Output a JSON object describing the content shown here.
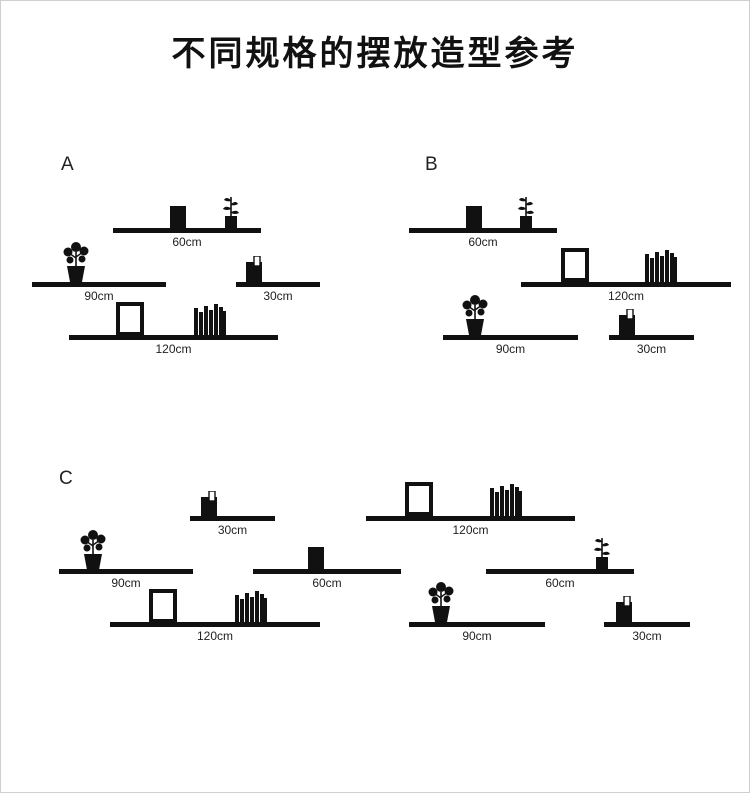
{
  "page": {
    "title": "不同规格的摆放造型参考"
  },
  "sections": [
    {
      "label": "A",
      "shelves": [
        {
          "size": "60cm",
          "items": [
            "book-block",
            "sprig-plant"
          ]
        },
        {
          "size": "90cm",
          "items": [
            "round-leaf-plant"
          ]
        },
        {
          "size": "30cm",
          "items": [
            "small-book-stack"
          ]
        },
        {
          "size": "120cm",
          "items": [
            "picture-frame",
            "book-row"
          ]
        }
      ]
    },
    {
      "label": "B",
      "shelves": [
        {
          "size": "60cm",
          "items": [
            "book-block",
            "sprig-plant"
          ]
        },
        {
          "size": "120cm",
          "items": [
            "picture-frame",
            "book-row"
          ]
        },
        {
          "size": "90cm",
          "items": [
            "round-leaf-plant"
          ]
        },
        {
          "size": "30cm",
          "items": [
            "small-book-stack"
          ]
        }
      ]
    },
    {
      "label": "C",
      "shelves": [
        {
          "size": "30cm",
          "items": [
            "small-book-stack"
          ]
        },
        {
          "size": "90cm",
          "items": [
            "round-leaf-plant"
          ]
        },
        {
          "size": "60cm",
          "items": [
            "book-block"
          ]
        },
        {
          "size": "120cm",
          "items": [
            "picture-frame",
            "book-row"
          ]
        },
        {
          "size": "120cm",
          "items": [
            "picture-frame",
            "book-row"
          ]
        },
        {
          "size": "60cm",
          "items": [
            "sprig-plant"
          ]
        },
        {
          "size": "90cm",
          "items": [
            "round-leaf-plant"
          ]
        },
        {
          "size": "30cm",
          "items": [
            "small-book-stack"
          ]
        }
      ]
    }
  ],
  "colors": {
    "shelf": "#111111",
    "text": "#222222",
    "background": "#ffffff"
  }
}
